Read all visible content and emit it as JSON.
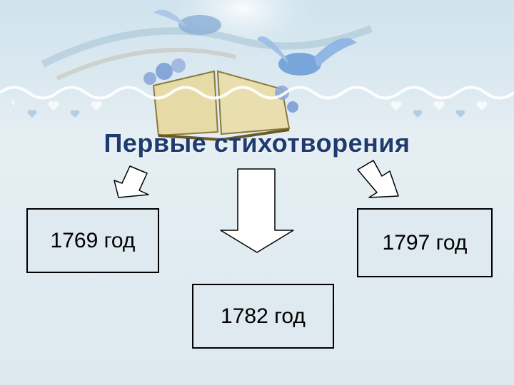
{
  "title": "Первые стихотворения",
  "years": {
    "left": "1769 год",
    "center": "1782 год",
    "right": "1797 год"
  },
  "colors": {
    "title": "#1f3a6e",
    "box_fill": "#dfe9f0",
    "border": "#000000"
  },
  "decoration": {
    "background": "doves-and-open-book-illustration",
    "lace": "heart-lace-border"
  }
}
